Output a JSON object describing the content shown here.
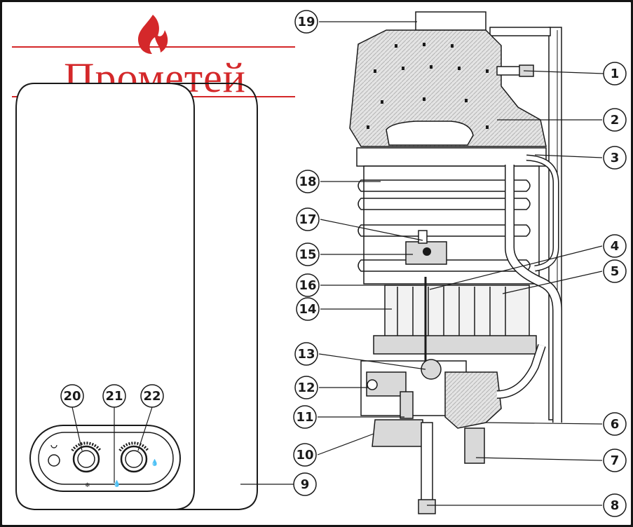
{
  "brand": {
    "name": "Прометей",
    "logo": "flame-icon",
    "color": "#d4282a"
  },
  "heater_panel": {
    "symbols": {
      "left_knob": "❄",
      "middle": "💧",
      "right_knob": "💧"
    }
  },
  "callouts": [
    {
      "num": "1"
    },
    {
      "num": "2"
    },
    {
      "num": "3"
    },
    {
      "num": "4"
    },
    {
      "num": "5"
    },
    {
      "num": "6"
    },
    {
      "num": "7"
    },
    {
      "num": "8"
    },
    {
      "num": "9"
    },
    {
      "num": "10"
    },
    {
      "num": "11"
    },
    {
      "num": "12"
    },
    {
      "num": "13"
    },
    {
      "num": "14"
    },
    {
      "num": "15"
    },
    {
      "num": "16"
    },
    {
      "num": "17"
    },
    {
      "num": "18"
    },
    {
      "num": "19"
    },
    {
      "num": "20"
    },
    {
      "num": "21"
    },
    {
      "num": "22"
    }
  ],
  "colors": {
    "line": "#1a1a1a",
    "frame": "#141414",
    "component_gray": "#d9d9d9",
    "brand_red": "#d4282a"
  }
}
